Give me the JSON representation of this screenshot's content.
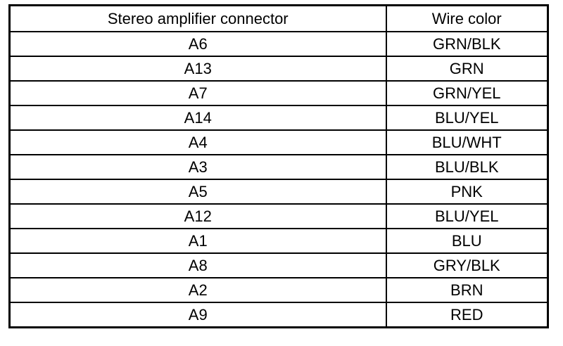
{
  "table": {
    "headers": [
      "Stereo amplifier connector",
      "Wire color"
    ],
    "rows": [
      [
        "A6",
        "GRN/BLK"
      ],
      [
        "A13",
        "GRN"
      ],
      [
        "A7",
        "GRN/YEL"
      ],
      [
        "A14",
        "BLU/YEL"
      ],
      [
        "A4",
        "BLU/WHT"
      ],
      [
        "A3",
        "BLU/BLK"
      ],
      [
        "A5",
        "PNK"
      ],
      [
        "A12",
        "BLU/YEL"
      ],
      [
        "A1",
        "BLU"
      ],
      [
        "A8",
        "GRY/BLK"
      ],
      [
        "A2",
        "BRN"
      ],
      [
        "A9",
        "RED"
      ]
    ]
  }
}
